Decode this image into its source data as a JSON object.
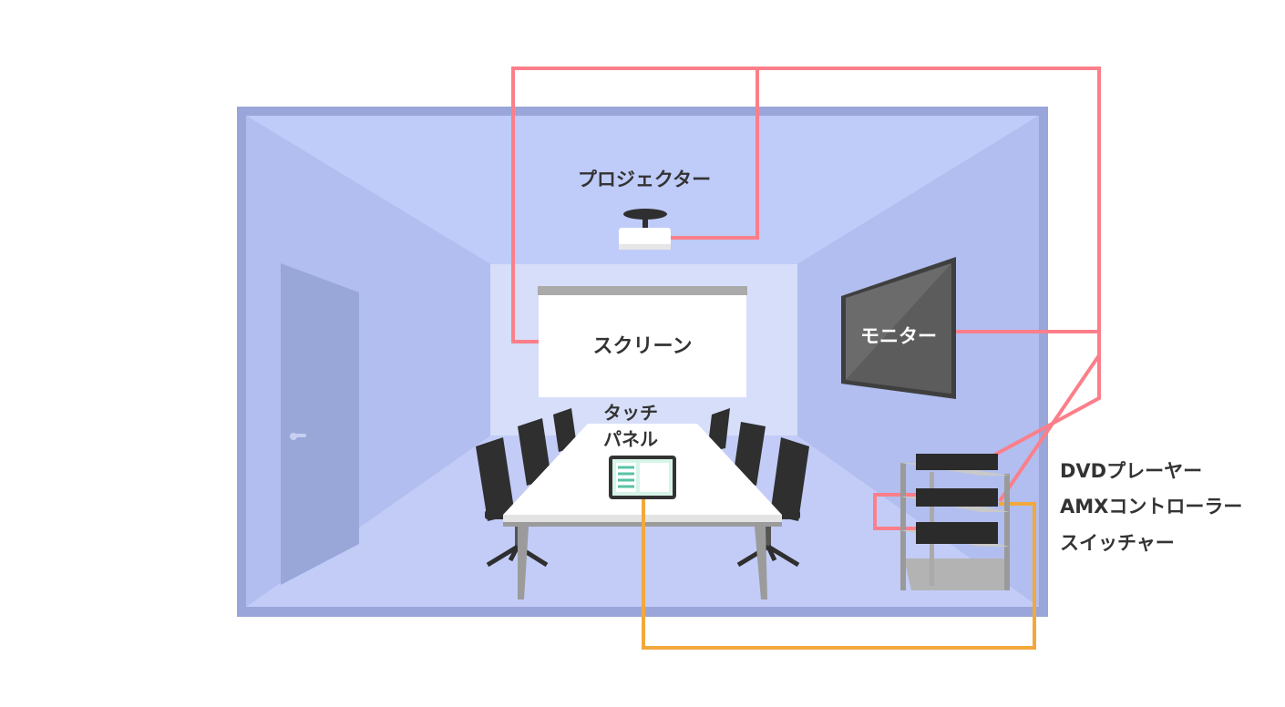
{
  "labels": {
    "projector": "プロジェクター",
    "screen": "スクリーン",
    "monitor": "モニター",
    "touch_panel_line1": "タッチ",
    "touch_panel_line2": "パネル",
    "rack_items": [
      "DVDプレーヤー",
      "AMXコントローラー",
      "スイッチャー"
    ]
  },
  "colors": {
    "room_frame": "#9aa6d9",
    "ceiling": "#bfcbf8",
    "side_walls": "#b1beef",
    "back_wall": "#d6def9",
    "floor": "#c2ccf7",
    "door": "#99a7d8",
    "hdmi_cable": "#fb7f8a",
    "control_cable": "#f2a83b",
    "screen_face": "#ffffff",
    "screen_top_bar": "#aaaaaa",
    "monitor_face": "#6b6b6b",
    "table_top": "#ffffff",
    "chair": "#2f2f2f",
    "rack_frame": "#9a9a9a",
    "device_box": "#2b2b2b",
    "touch_panel_screen": "#d6f4e8"
  },
  "icons": [
    "door-icon",
    "projector-icon",
    "monitor-icon",
    "chair-icon",
    "touch-panel-icon",
    "rack-icon"
  ]
}
